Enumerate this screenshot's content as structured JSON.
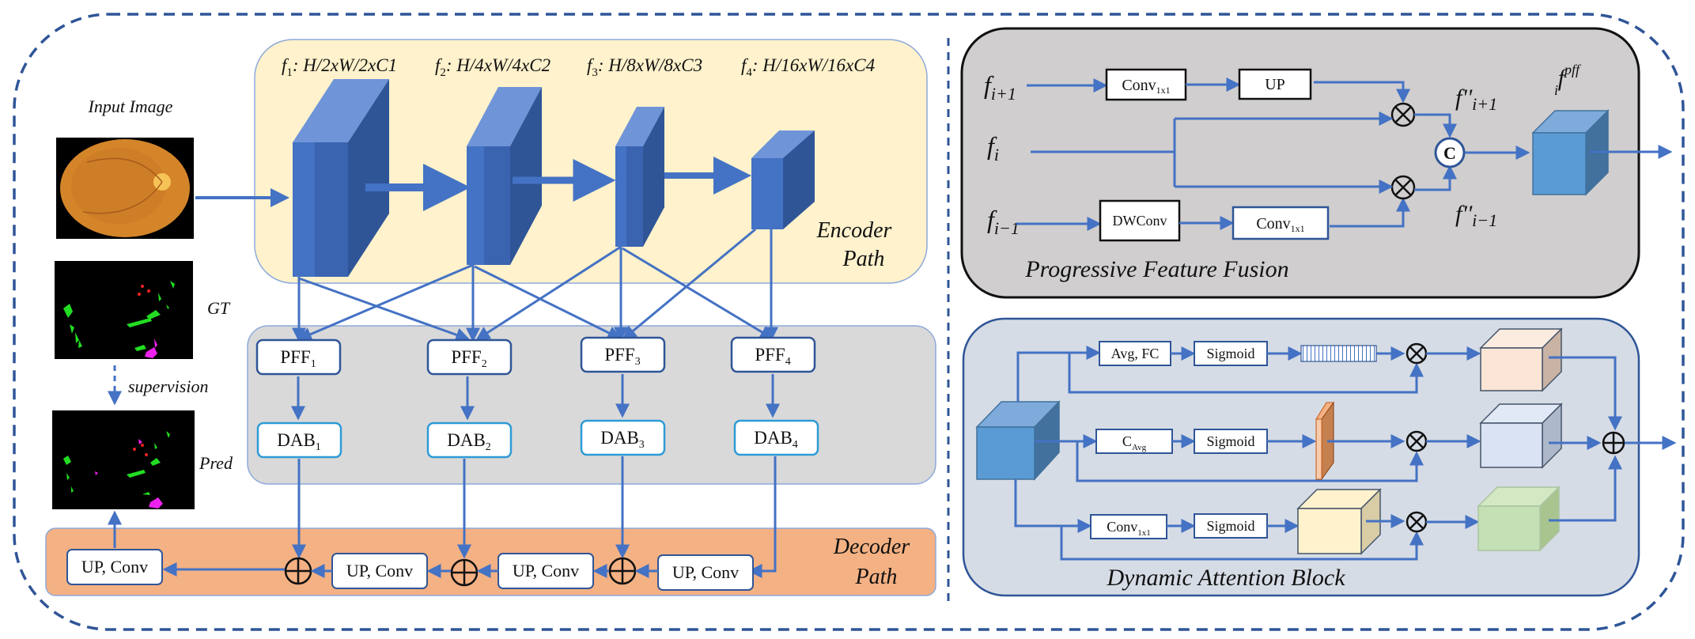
{
  "encoder": {
    "label_line1": "Encoder",
    "label_line2": "Path",
    "features": [
      {
        "name": "f",
        "sub": "1",
        "shape": ": H/2xW/2xC1"
      },
      {
        "name": "f",
        "sub": "2",
        "shape": ": H/4xW/4xC2"
      },
      {
        "name": "f",
        "sub": "3",
        "shape": ": H/8xW/8xC3"
      },
      {
        "name": "f",
        "sub": "4",
        "shape": ": H/16xW/16xC4"
      }
    ]
  },
  "left": {
    "input_label": "Input Image",
    "gt_label": "GT",
    "supervision_label": "supervision",
    "pred_label": "Pred"
  },
  "middle": {
    "pff": [
      {
        "base": "PFF",
        "sub": "1"
      },
      {
        "base": "PFF",
        "sub": "2"
      },
      {
        "base": "PFF",
        "sub": "3"
      },
      {
        "base": "PFF",
        "sub": "4"
      }
    ],
    "dab": [
      {
        "base": "DAB",
        "sub": "1"
      },
      {
        "base": "DAB",
        "sub": "2"
      },
      {
        "base": "DAB",
        "sub": "3"
      },
      {
        "base": "DAB",
        "sub": "4"
      }
    ]
  },
  "decoder": {
    "label_line1": "Decoder",
    "label_line2": "Path",
    "blocks": [
      "UP, Conv",
      "UP, Conv",
      "UP, Conv",
      "UP, Conv"
    ],
    "add_symbol": "⊕"
  },
  "pff_panel": {
    "title": "Progressive Feature Fusion",
    "inputs": [
      {
        "name": "f",
        "sub": "i+1"
      },
      {
        "name": "f",
        "sub": "i"
      },
      {
        "name": "f",
        "sub": "i−1"
      }
    ],
    "conv_top": {
      "base": "Conv",
      "sub": "1x1"
    },
    "up": "UP",
    "dwconv": "DWConv",
    "conv_bottom": {
      "base": "Conv",
      "sub": "1x1"
    },
    "mult_symbol": "⊗",
    "concat_symbol": "C",
    "f_up": {
      "name": "f''",
      "sub": "i+1"
    },
    "f_down": {
      "name": "f''",
      "sub": "i−1"
    },
    "output": {
      "name": "f",
      "sub": "i",
      "sup": "pff"
    }
  },
  "dab_panel": {
    "title": "Dynamic Attention Block",
    "row1": {
      "op": "Avg, FC",
      "act": "Sigmoid"
    },
    "row2": {
      "op_base": "C",
      "op_sub": "Avg",
      "act": "Sigmoid"
    },
    "row3": {
      "op_base": "Conv",
      "op_sub": "1x1",
      "act": "Sigmoid"
    },
    "mult_symbol": "⊗",
    "add_symbol": "⊕"
  },
  "colors": {
    "arrow": "#4472C4",
    "encoder_bg": "#FFF2CC",
    "middle_bg": "#D9D9D9",
    "decoder_bg": "#F4B183",
    "pff_bg": "#D0CECE",
    "dab_bg": "#D6DCE5",
    "dashed_border": "#2F5597",
    "cube_blue": "#4472C4",
    "dab_box_border": "#2E9BD6"
  }
}
